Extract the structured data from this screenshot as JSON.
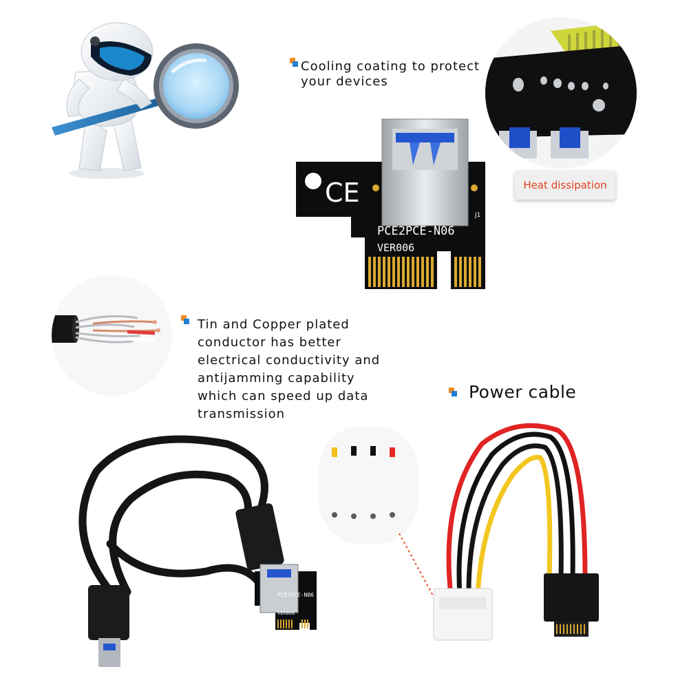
{
  "captions": {
    "cooling": [
      "Cooling coating to protect",
      "your devices"
    ],
    "heat": "Heat dissipation",
    "conductor": [
      "Tin and Copper plated",
      "conductor has better",
      "electrical conductivity and",
      "antijamming capability",
      "which can speed up data",
      "transmission"
    ],
    "power": "Power cable"
  },
  "board": {
    "ce_mark": "CE",
    "model": "PCE2PCE-N06",
    "version": "VER006",
    "ref": "J1"
  },
  "mini_board": {
    "model": "PCE2PCE-N06",
    "version": "VER006"
  },
  "colors": {
    "bullet_orange": "#f08a24",
    "bullet_blue": "#1f7fd6",
    "heat_text": "#e0401c",
    "pcb": "#0c0c0c",
    "gold": "#d9a930",
    "usb_blue": "#1a4fd0"
  },
  "icons": {
    "mascot": "magnifier-robot-icon",
    "bullet": "square-bullet-icon"
  }
}
